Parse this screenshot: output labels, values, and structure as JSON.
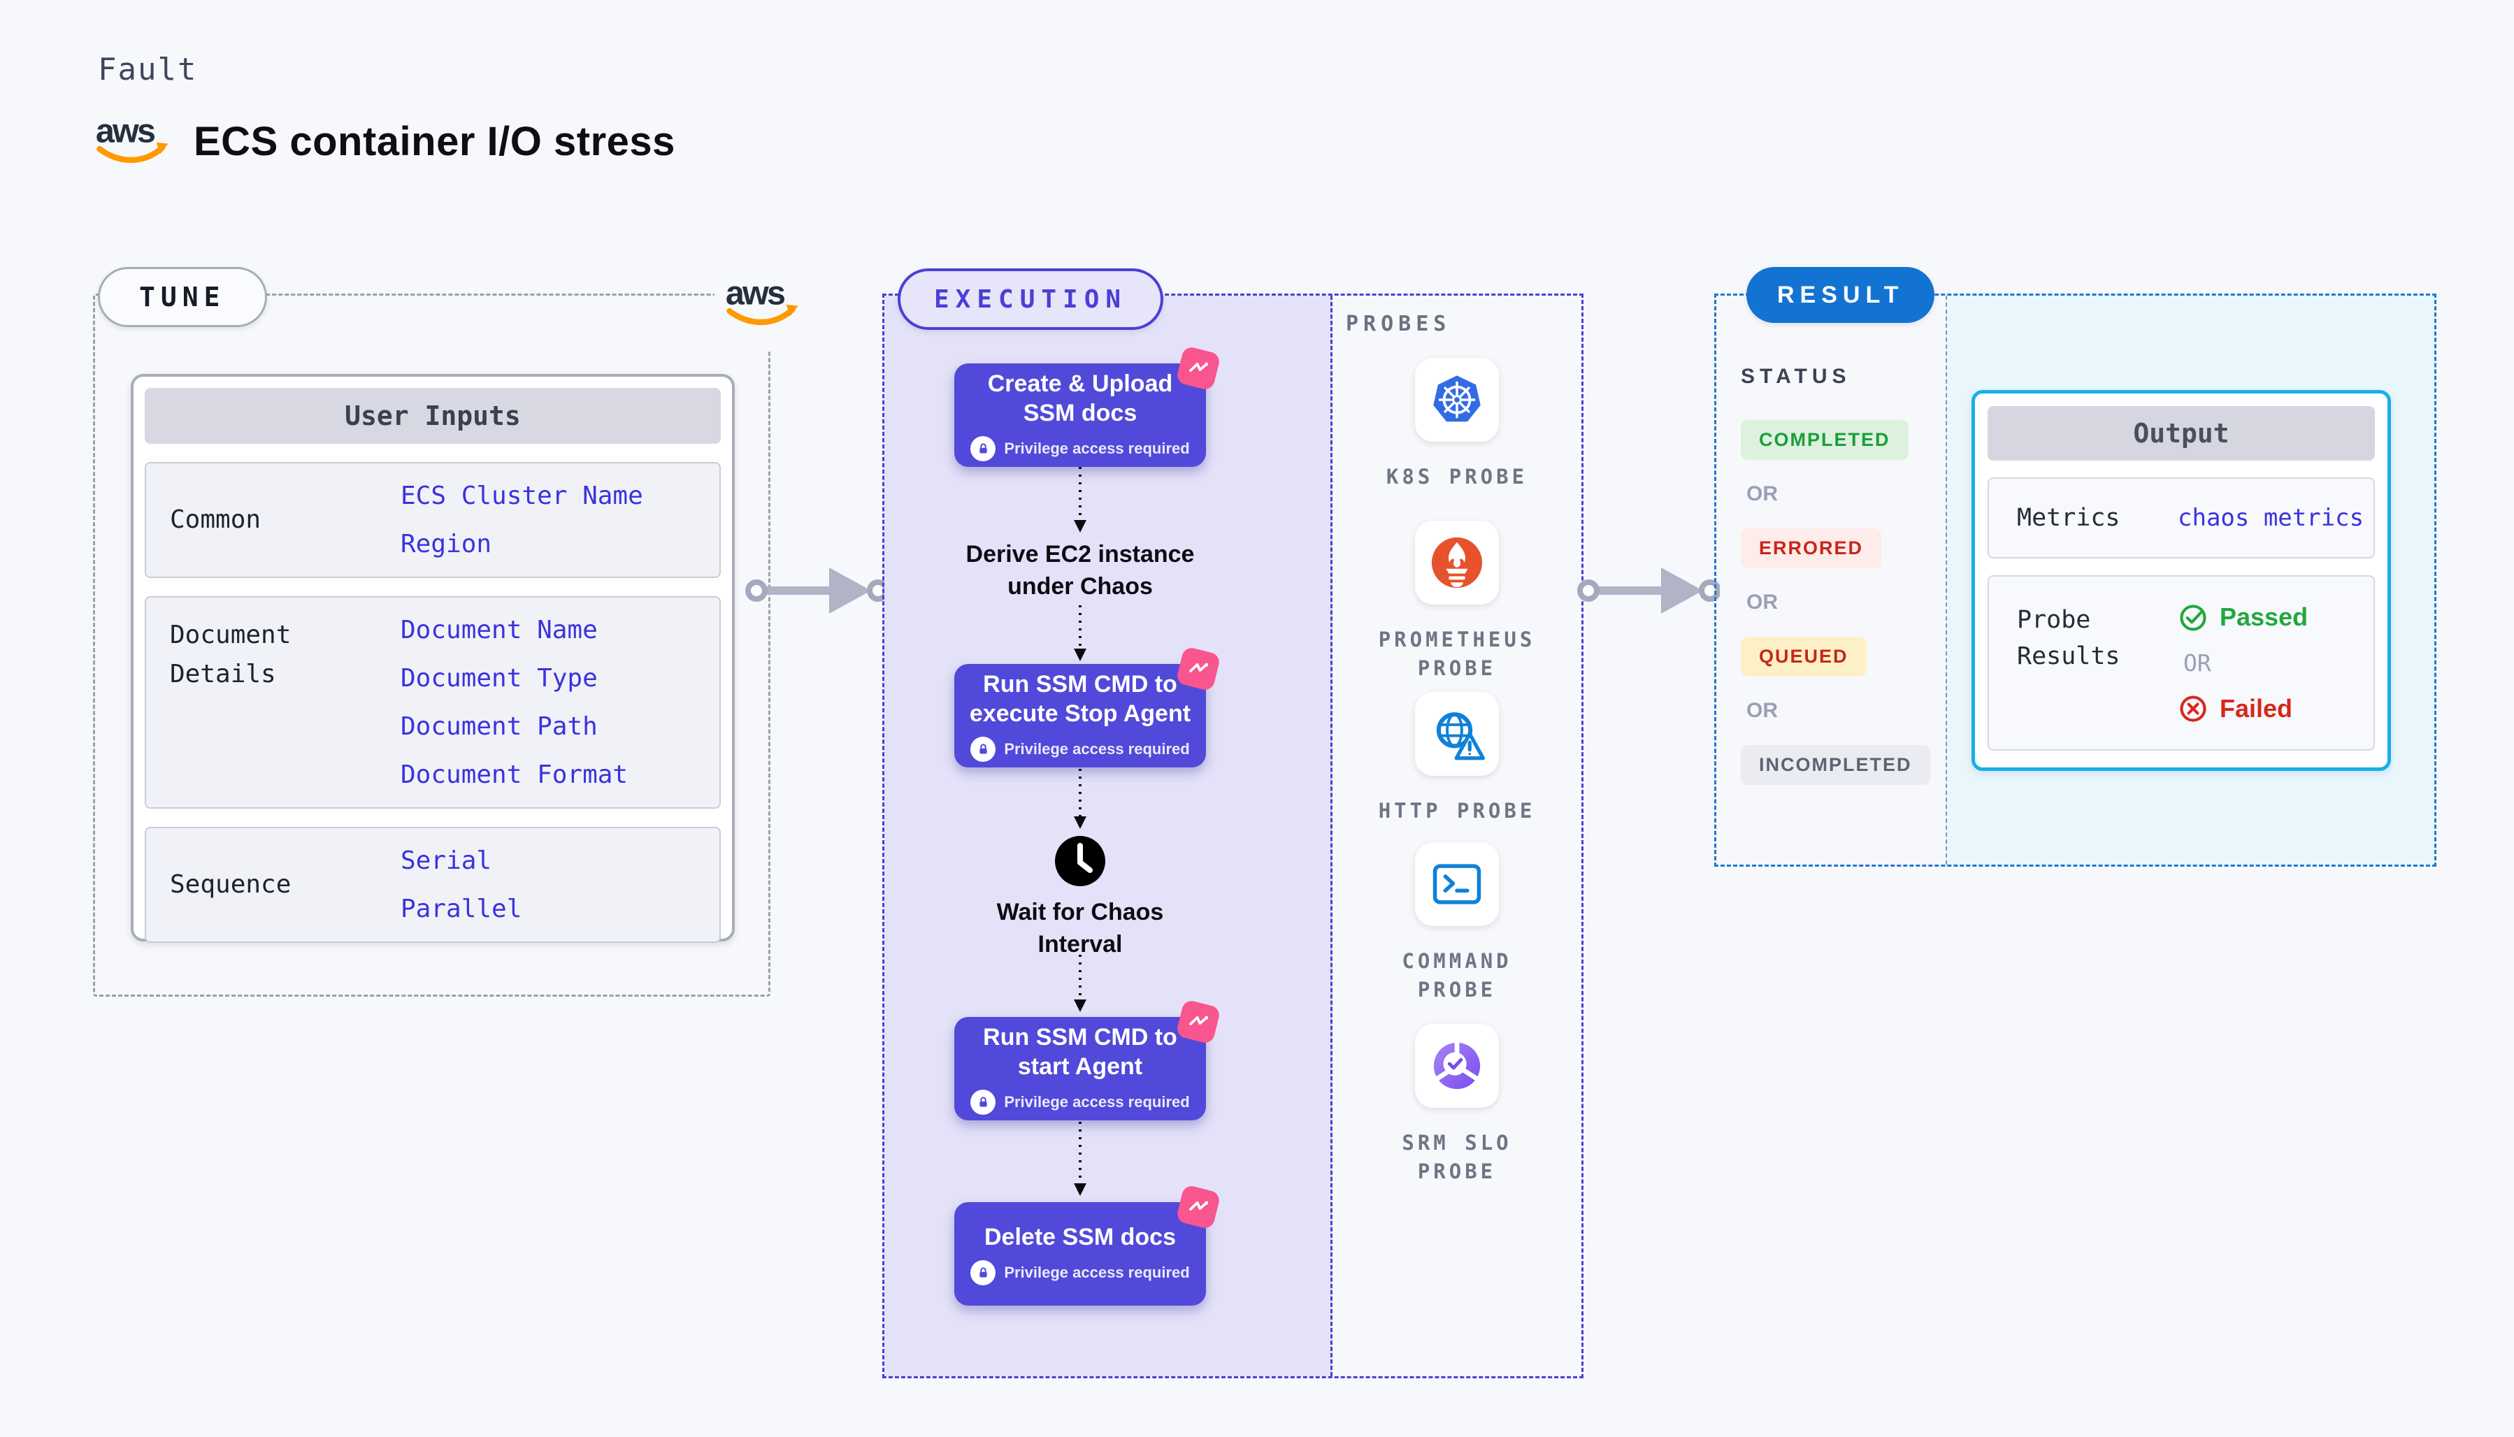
{
  "header": {
    "eyebrow": "Fault",
    "title": "ECS container I/O stress",
    "logo_text": "aws"
  },
  "tune": {
    "label": "TUNE",
    "card_title": "User Inputs",
    "rows": [
      {
        "label": "Common",
        "values": [
          "ECS Cluster Name",
          "Region"
        ]
      },
      {
        "label": "Document Details",
        "values": [
          "Document Name",
          "Document Type",
          "Document Path",
          "Document Format"
        ]
      },
      {
        "label": "Sequence",
        "values": [
          "Serial",
          "Parallel"
        ]
      }
    ]
  },
  "execution": {
    "label": "EXECUTION",
    "steps": [
      {
        "type": "action",
        "title": "Create & Upload SSM docs",
        "note": "Privilege access required"
      },
      {
        "type": "text",
        "title": "Derive EC2 instance under Chaos"
      },
      {
        "type": "action",
        "title": "Run SSM CMD to execute Stop Agent",
        "note": "Privilege access required"
      },
      {
        "type": "wait",
        "title": "Wait for Chaos Interval"
      },
      {
        "type": "action",
        "title": "Run SSM CMD to start Agent",
        "note": "Privilege access required"
      },
      {
        "type": "action",
        "title": "Delete SSM docs",
        "note": "Privilege access required"
      }
    ],
    "probes": {
      "label": "PROBES",
      "items": [
        {
          "name": "K8S PROBE",
          "icon": "kubernetes-icon"
        },
        {
          "name": "PROMETHEUS PROBE",
          "icon": "prometheus-icon"
        },
        {
          "name": "HTTP PROBE",
          "icon": "globe-warning-icon"
        },
        {
          "name": "COMMAND PROBE",
          "icon": "terminal-icon"
        },
        {
          "name": "SRM SLO PROBE",
          "icon": "slo-donut-check-icon"
        }
      ]
    }
  },
  "result": {
    "label": "RESULT",
    "status": {
      "heading": "STATUS",
      "separator": "OR",
      "options": [
        "COMPLETED",
        "ERRORED",
        "QUEUED",
        "INCOMPLETED"
      ]
    },
    "output": {
      "title": "Output",
      "metrics_label": "Metrics",
      "metrics_value": "chaos metrics",
      "probe_results_label": "Probe Results",
      "passed": "Passed",
      "or": "OR",
      "failed": "Failed"
    }
  },
  "colors": {
    "node_indigo": "#5149D9",
    "execution_accent": "#4A3FD6",
    "link_blue": "#3A33DE",
    "result_blue": "#1273D2",
    "cyan_border": "#17B0E9",
    "pink_badge": "#F9558E",
    "aws_orange": "#FF9900",
    "passed_green": "#21A83E",
    "failed_red": "#D8271A",
    "completed_green": "#1B9E39",
    "queued_yellow_bg": "#FDF0C6"
  }
}
